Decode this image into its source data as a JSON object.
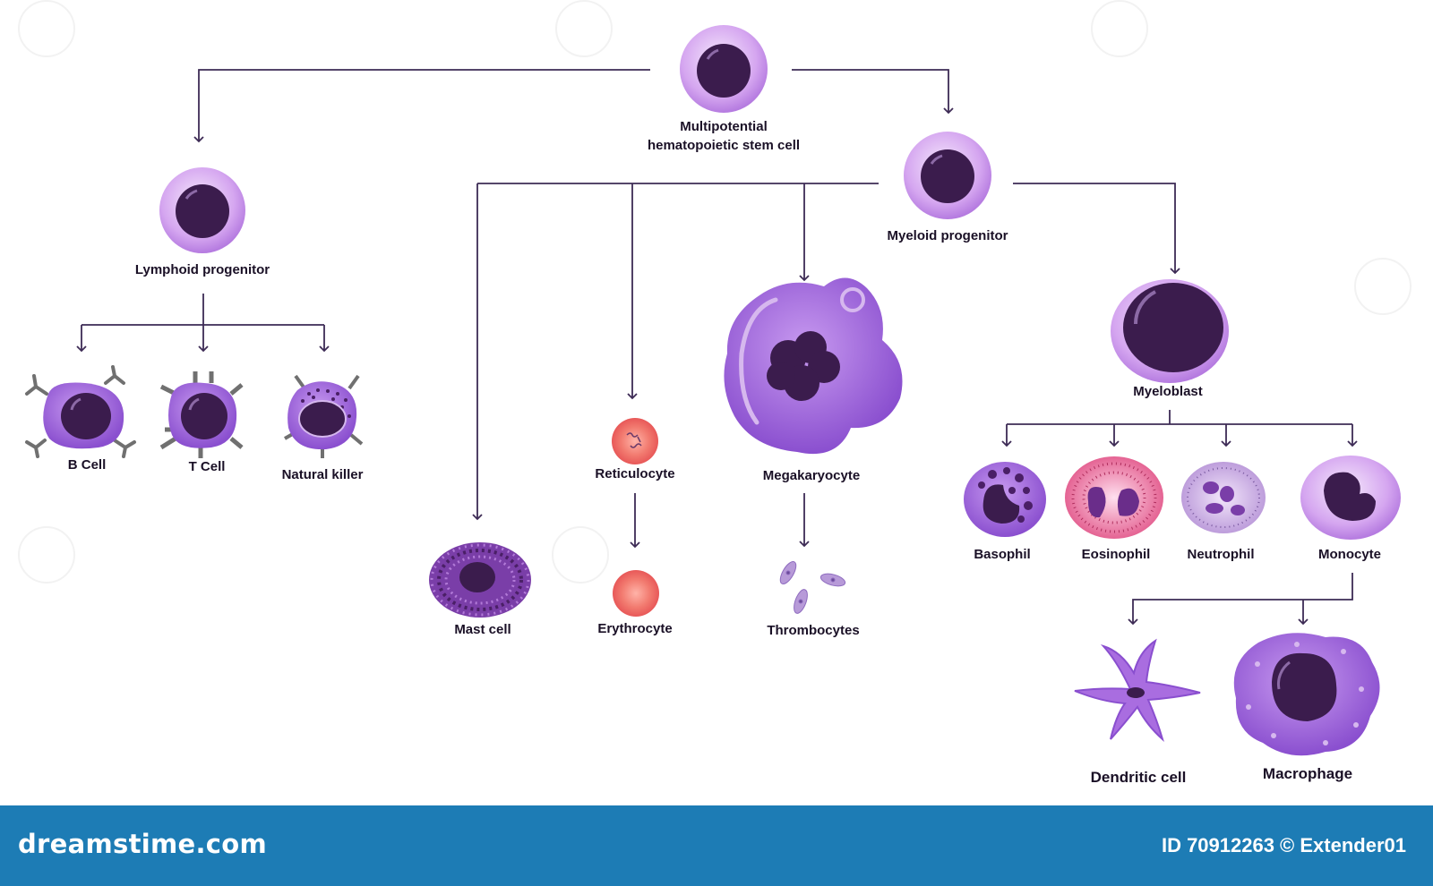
{
  "title": "Multipotential hematopoietic stem cell",
  "colors": {
    "arrow": "#3d2b55",
    "nucleus": "#3b1c4d",
    "cell_light": "#e4c8f4",
    "cell_mid": "#a96de0",
    "erythro": "#ee5f5f",
    "eosin": "#e4527a",
    "footer_bg": "#1d7cb5"
  },
  "labels": {
    "stem_line1": "Multipotential",
    "stem_line2": "hematopoietic stem cell",
    "lymphoid": "Lymphoid progenitor",
    "myeloid": "Myeloid progenitor",
    "bcell": "B Cell",
    "tcell": "T Cell",
    "nk": "Natural killer",
    "mast": "Mast cell",
    "reticulocyte": "Reticulocyte",
    "erythrocyte": "Erythrocyte",
    "megakaryocyte": "Megakaryocyte",
    "thrombocytes": "Thrombocytes",
    "myeloblast": "Myeloblast",
    "basophil": "Basophil",
    "eosinophil": "Eosinophil",
    "neutrophil": "Neutrophil",
    "monocyte": "Monocyte",
    "dendritic": "Dendritic cell",
    "macrophage": "Macrophage"
  },
  "footer": {
    "brand": "dreamstime.com",
    "credit": "ID 70912263 © Extender01"
  },
  "icons": [
    "progenitor-cell-icon",
    "lymphocyte-icon",
    "granulocyte-icon",
    "platelet-icon",
    "red-blood-cell-icon",
    "arrow-icon"
  ]
}
